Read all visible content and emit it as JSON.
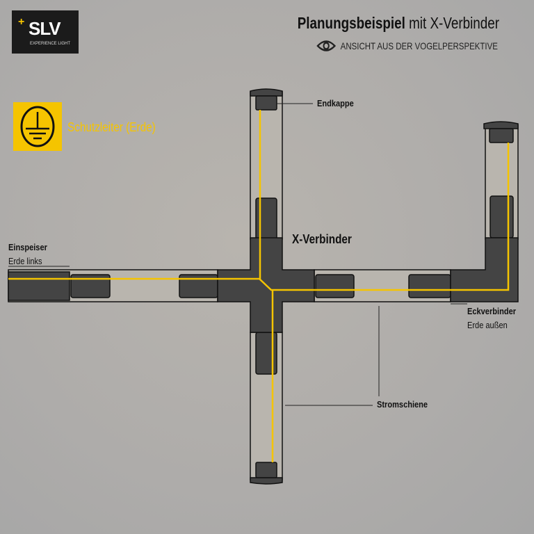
{
  "logo": {
    "brand": "SLV",
    "tagline": "EXPERIENCE LIGHT"
  },
  "header": {
    "title_bold": "Planungsbeispiel",
    "title_rest": " mit X-Verbinder",
    "subtitle": "ANSICHT AUS DER VOGELPERSPEKTIVE",
    "subtitle_icon": "eye-icon"
  },
  "legend": {
    "icon": "ground-symbol-icon",
    "label": "Schutzleiter (Erde)",
    "color": "#f5c400"
  },
  "labels": {
    "endkappe": "Endkappe",
    "x_verbinder": "X-Verbinder",
    "einspeiser": "Einspeiser",
    "einspeiser_sub": "Erde links",
    "eckverbinder": "Eckverbinder",
    "eckverbinder_sub": "Erde außen",
    "stromschiene": "Stromschiene"
  }
}
